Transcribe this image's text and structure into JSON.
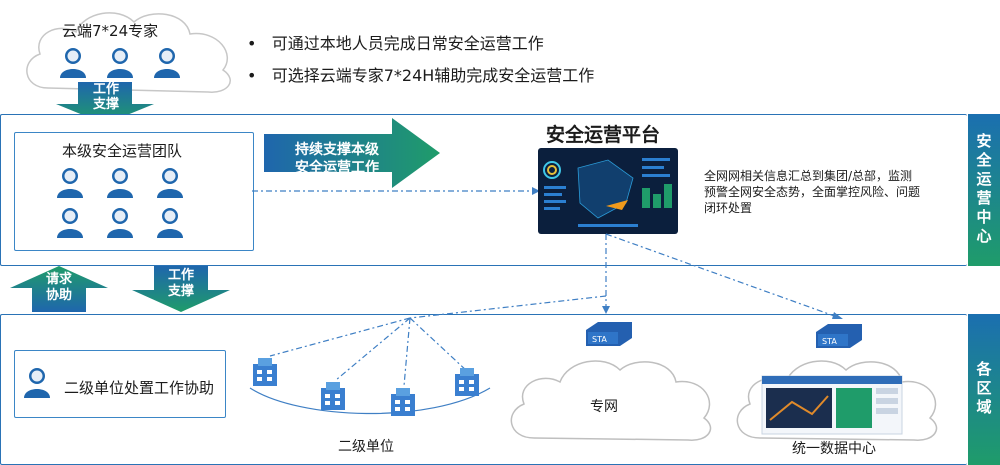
{
  "cloud_experts": {
    "label": "云端7*24专家"
  },
  "bullets": [
    "可通过本地人员完成日常安全运营工作",
    "可选择云端专家7*24H辅助完成安全运营工作"
  ],
  "arrows": {
    "work_support_top": "工作\n支撑",
    "continuous_support": "持续支撑本级\n安全运营工作",
    "request_help": "请求\n协助",
    "work_support_mid": "工作\n支撑"
  },
  "local_team": {
    "title": "本级安全运营团队"
  },
  "platform": {
    "title": "安全运营平台",
    "description": "全网网相关信息汇总到集团/总部，监测预警全网安全态势，全面掌控风险、问题闭环处置"
  },
  "right_labels": {
    "security_center": "安全运营中心",
    "regions": "各区域"
  },
  "secondary_help": {
    "label": "二级单位处置工作协助"
  },
  "units": {
    "label": "二级单位"
  },
  "private_network": {
    "label": "专网"
  },
  "data_center": {
    "label": "统一数据中心"
  },
  "colors": {
    "primary": "#1f66ad",
    "green": "#1f9c6a",
    "dash": "#3f7fc4"
  }
}
